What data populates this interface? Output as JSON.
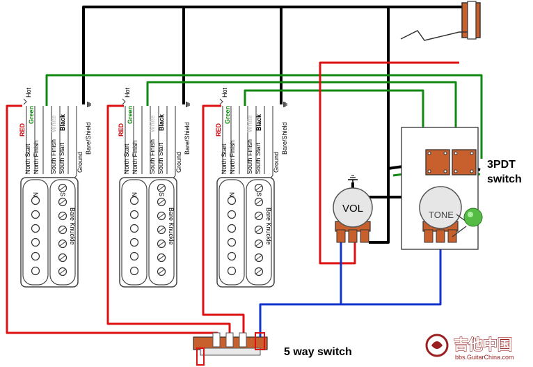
{
  "pickups": [
    {
      "hot": "Hot",
      "red": "RED",
      "green": "Green",
      "white": "White",
      "black": "Black",
      "north_start": "North Start",
      "north_finish": "North Finish",
      "south_finish": "South Finish",
      "south_start": "South Start",
      "ground": "Ground",
      "bare_shield": "Bare/Shield",
      "bare_knuckle": "Bare Knuckle",
      "pole_n": "N",
      "pole_s": "S"
    },
    {
      "hot": "Hot",
      "red": "RED",
      "green": "Green",
      "white": "White",
      "black": "Black",
      "north_start": "North Start",
      "north_finish": "North Finish",
      "south_finish": "South Finish",
      "south_start": "South Start",
      "ground": "Ground",
      "bare_shield": "Bare/Shield",
      "bare_knuckle": "Bare Knuckle",
      "pole_n": "N",
      "pole_s": "S"
    },
    {
      "hot": "Hot",
      "red": "RED",
      "green": "Green",
      "white": "White",
      "black": "Black",
      "north_start": "North Start",
      "north_finish": "North Finish",
      "south_finish": "South Finish",
      "south_start": "South Start",
      "ground": "Ground",
      "bare_shield": "Bare/Shield",
      "bare_knuckle": "Bare Knuckle",
      "pole_n": "N",
      "pole_s": "S"
    }
  ],
  "controls": {
    "vol_label": "VOL",
    "tone_label": "TONE"
  },
  "switches": {
    "pdt_line1": "3PDT",
    "pdt_line2": "switch",
    "five_way": "5 way switch"
  },
  "watermark": {
    "text": "吉他中国",
    "url": "bbs.GuitarChina.com"
  },
  "colors": {
    "red_wire": "#dd1111",
    "green_wire": "#118811",
    "black_wire": "#000000",
    "blue_wire": "#1133cc",
    "lug": "#c8602e",
    "cap": "#55bb44"
  }
}
